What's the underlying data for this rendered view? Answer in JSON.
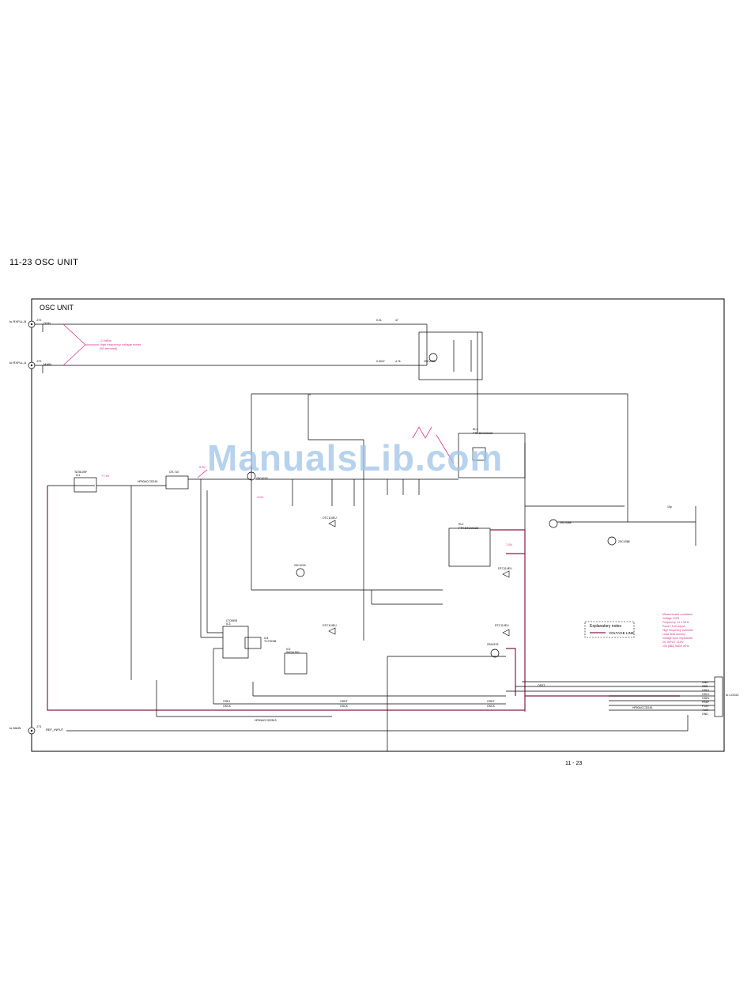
{
  "page": {
    "heading": "11-23 OSC UNIT",
    "page_number": "11 - 23",
    "watermark": "ManualsLib.com"
  },
  "diagram": {
    "title": "OSC UNIT",
    "ports": [
      {
        "id": "J72",
        "net": "OSH"
      },
      {
        "id": "J72",
        "net": "MAIN"
      },
      {
        "id": "J71",
        "net": "REF_INPUT"
      }
    ],
    "port_labels": {
      "top_left": "to RXPLL-B",
      "mid_left": "to RXPLL-A",
      "bottom_left": "to MAIN",
      "right": "to LOGIC"
    },
    "annotations": {
      "level_note_1": "-2.0dBm",
      "level_note_2": "High frequency voltage meter",
      "level_note_3": "(50 terminal)",
      "v1": "+7.5V",
      "v2": "5.6V",
      "v3": "+10V",
      "v4": "7.6V"
    },
    "components": {
      "ic1": "IC1",
      "ic1_part": "TA78L05F",
      "ic2": "IC2",
      "ic2_part": "SN74LS01",
      "ic3": "IC3",
      "ic3_part": "LTC6905",
      "ic4": "IC4",
      "ic4_part": "TC7SH08",
      "rl1": "RL1",
      "rl1_part": "FTR-B4CA012Z",
      "rl2": "RL2",
      "rl2_part": "FTR-B4CA012Z",
      "q1": "2SC4388",
      "q11": "2SC4215",
      "q12": "2SC4215",
      "q22": "DTC114EU",
      "q32": "DTC114EU",
      "q41": "2SC4388",
      "q42": "2SC4388",
      "q73": "DTC114EU",
      "q101": "DTC114EU",
      "q102": "2SA1576",
      "vco": "CR-710",
      "l1": "HF50ACC32161",
      "l2": "HF50ACC32161",
      "l3": "HF50ACC322513",
      "c1": "0.01",
      "c2": "0.0047",
      "c3": "10p",
      "r1": "47",
      "r2": "4.7k"
    },
    "connector": {
      "label": "to LOGIC",
      "pins": [
        "GND",
        "OSS",
        "OSK1",
        "OSCL",
        "OSDL",
        "FREF",
        "P15V",
        "+10V",
        "GND"
      ]
    },
    "bus_labels": [
      "OSK1",
      "OSCK",
      "OSDT",
      "OSCK",
      "OSDT",
      "OSCK",
      "OSST"
    ],
    "legend": {
      "title": "Explanatory notes",
      "item": "VOLTAGE LINE"
    },
    "measurement_notes": {
      "title": "Measurement conditions",
      "lines": [
        "Voltage: MTR",
        "Frequency: 14.1 MHz",
        "Power: Full output",
        "High frequency voltmeter",
        "Load: 50Ω dummy",
        "Voltage input impedance",
        "DC INPUT 13.8V",
        "100 [dBu] 50Ω/1 MHz"
      ]
    },
    "colors": {
      "wire": "#000000",
      "voltage_line": "#8a1a4a",
      "annotation": "#d8348a"
    }
  }
}
